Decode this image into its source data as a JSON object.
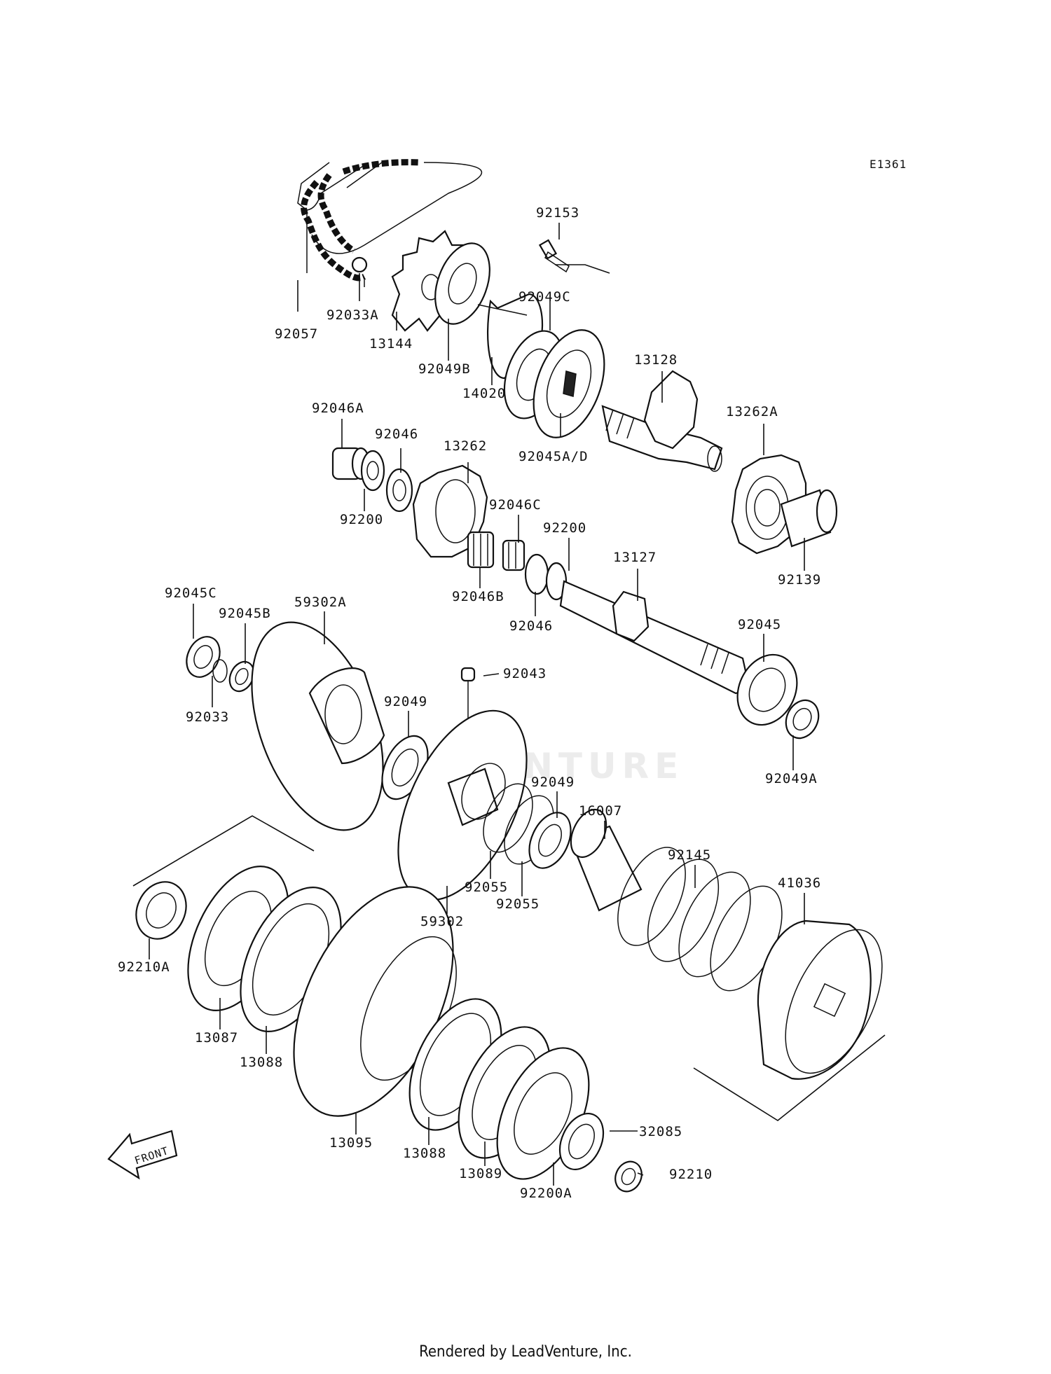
{
  "diagram_code": "E1361",
  "watermark_text": "LEADVENTURE",
  "front_label": "FRONT",
  "footer_text": "Rendered by LeadVenture, Inc.",
  "callouts": [
    "92153",
    "92057",
    "92033A",
    "13144",
    "92049B",
    "14020",
    "92049C",
    "92045A/D",
    "13128",
    "13262A",
    "92139",
    "92046A",
    "92046",
    "92200",
    "13262",
    "92046C",
    "92200",
    "92046B",
    "92046",
    "13127",
    "92045",
    "92049A",
    "92045C",
    "92045B",
    "92033",
    "59302A",
    "92043",
    "92049",
    "92049",
    "92055",
    "92055",
    "59302",
    "16007",
    "92145",
    "41036",
    "92210A",
    "13087",
    "13088",
    "13095",
    "13088",
    "13089",
    "92200A",
    "32085",
    "92210"
  ]
}
